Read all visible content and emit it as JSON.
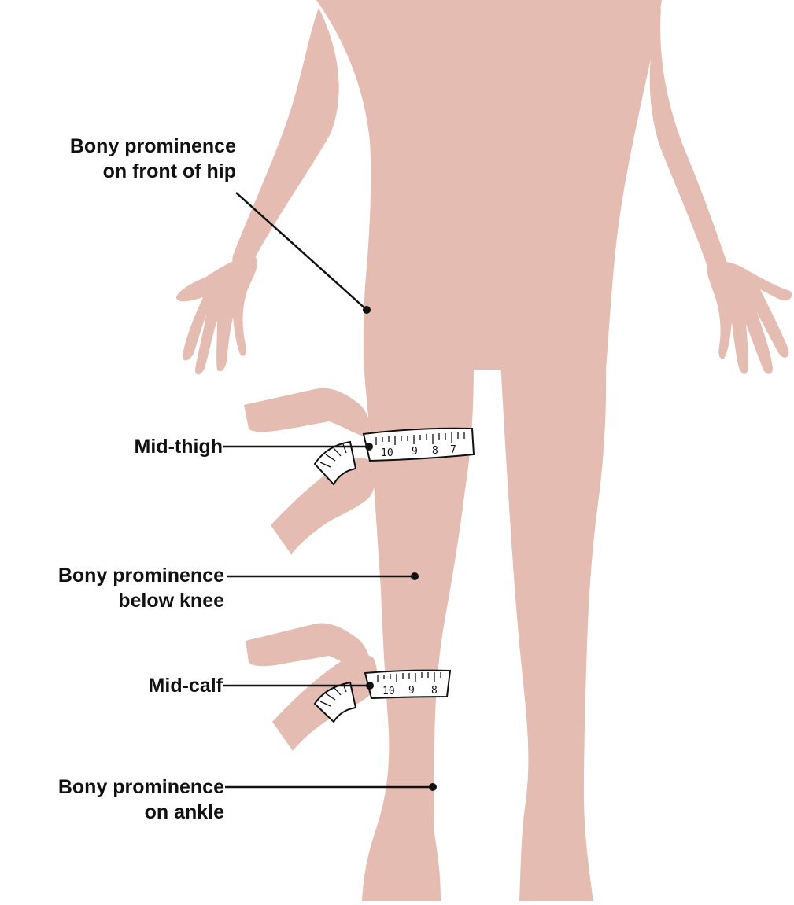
{
  "colors": {
    "skin": "#e4bcb1",
    "leader": "#111111",
    "tape": "#ffffff"
  },
  "labels": {
    "hip": [
      "Bony prominence",
      "on front of hip"
    ],
    "mid_thigh": "Mid-thigh",
    "knee": [
      "Bony prominence",
      "below knee"
    ],
    "mid_calf": "Mid-calf",
    "ankle": [
      "Bony prominence",
      "on ankle"
    ]
  },
  "tapes": {
    "thigh_numbers": [
      "10",
      "9",
      "8",
      "7"
    ],
    "calf_numbers": [
      "10",
      "9",
      "8"
    ]
  }
}
